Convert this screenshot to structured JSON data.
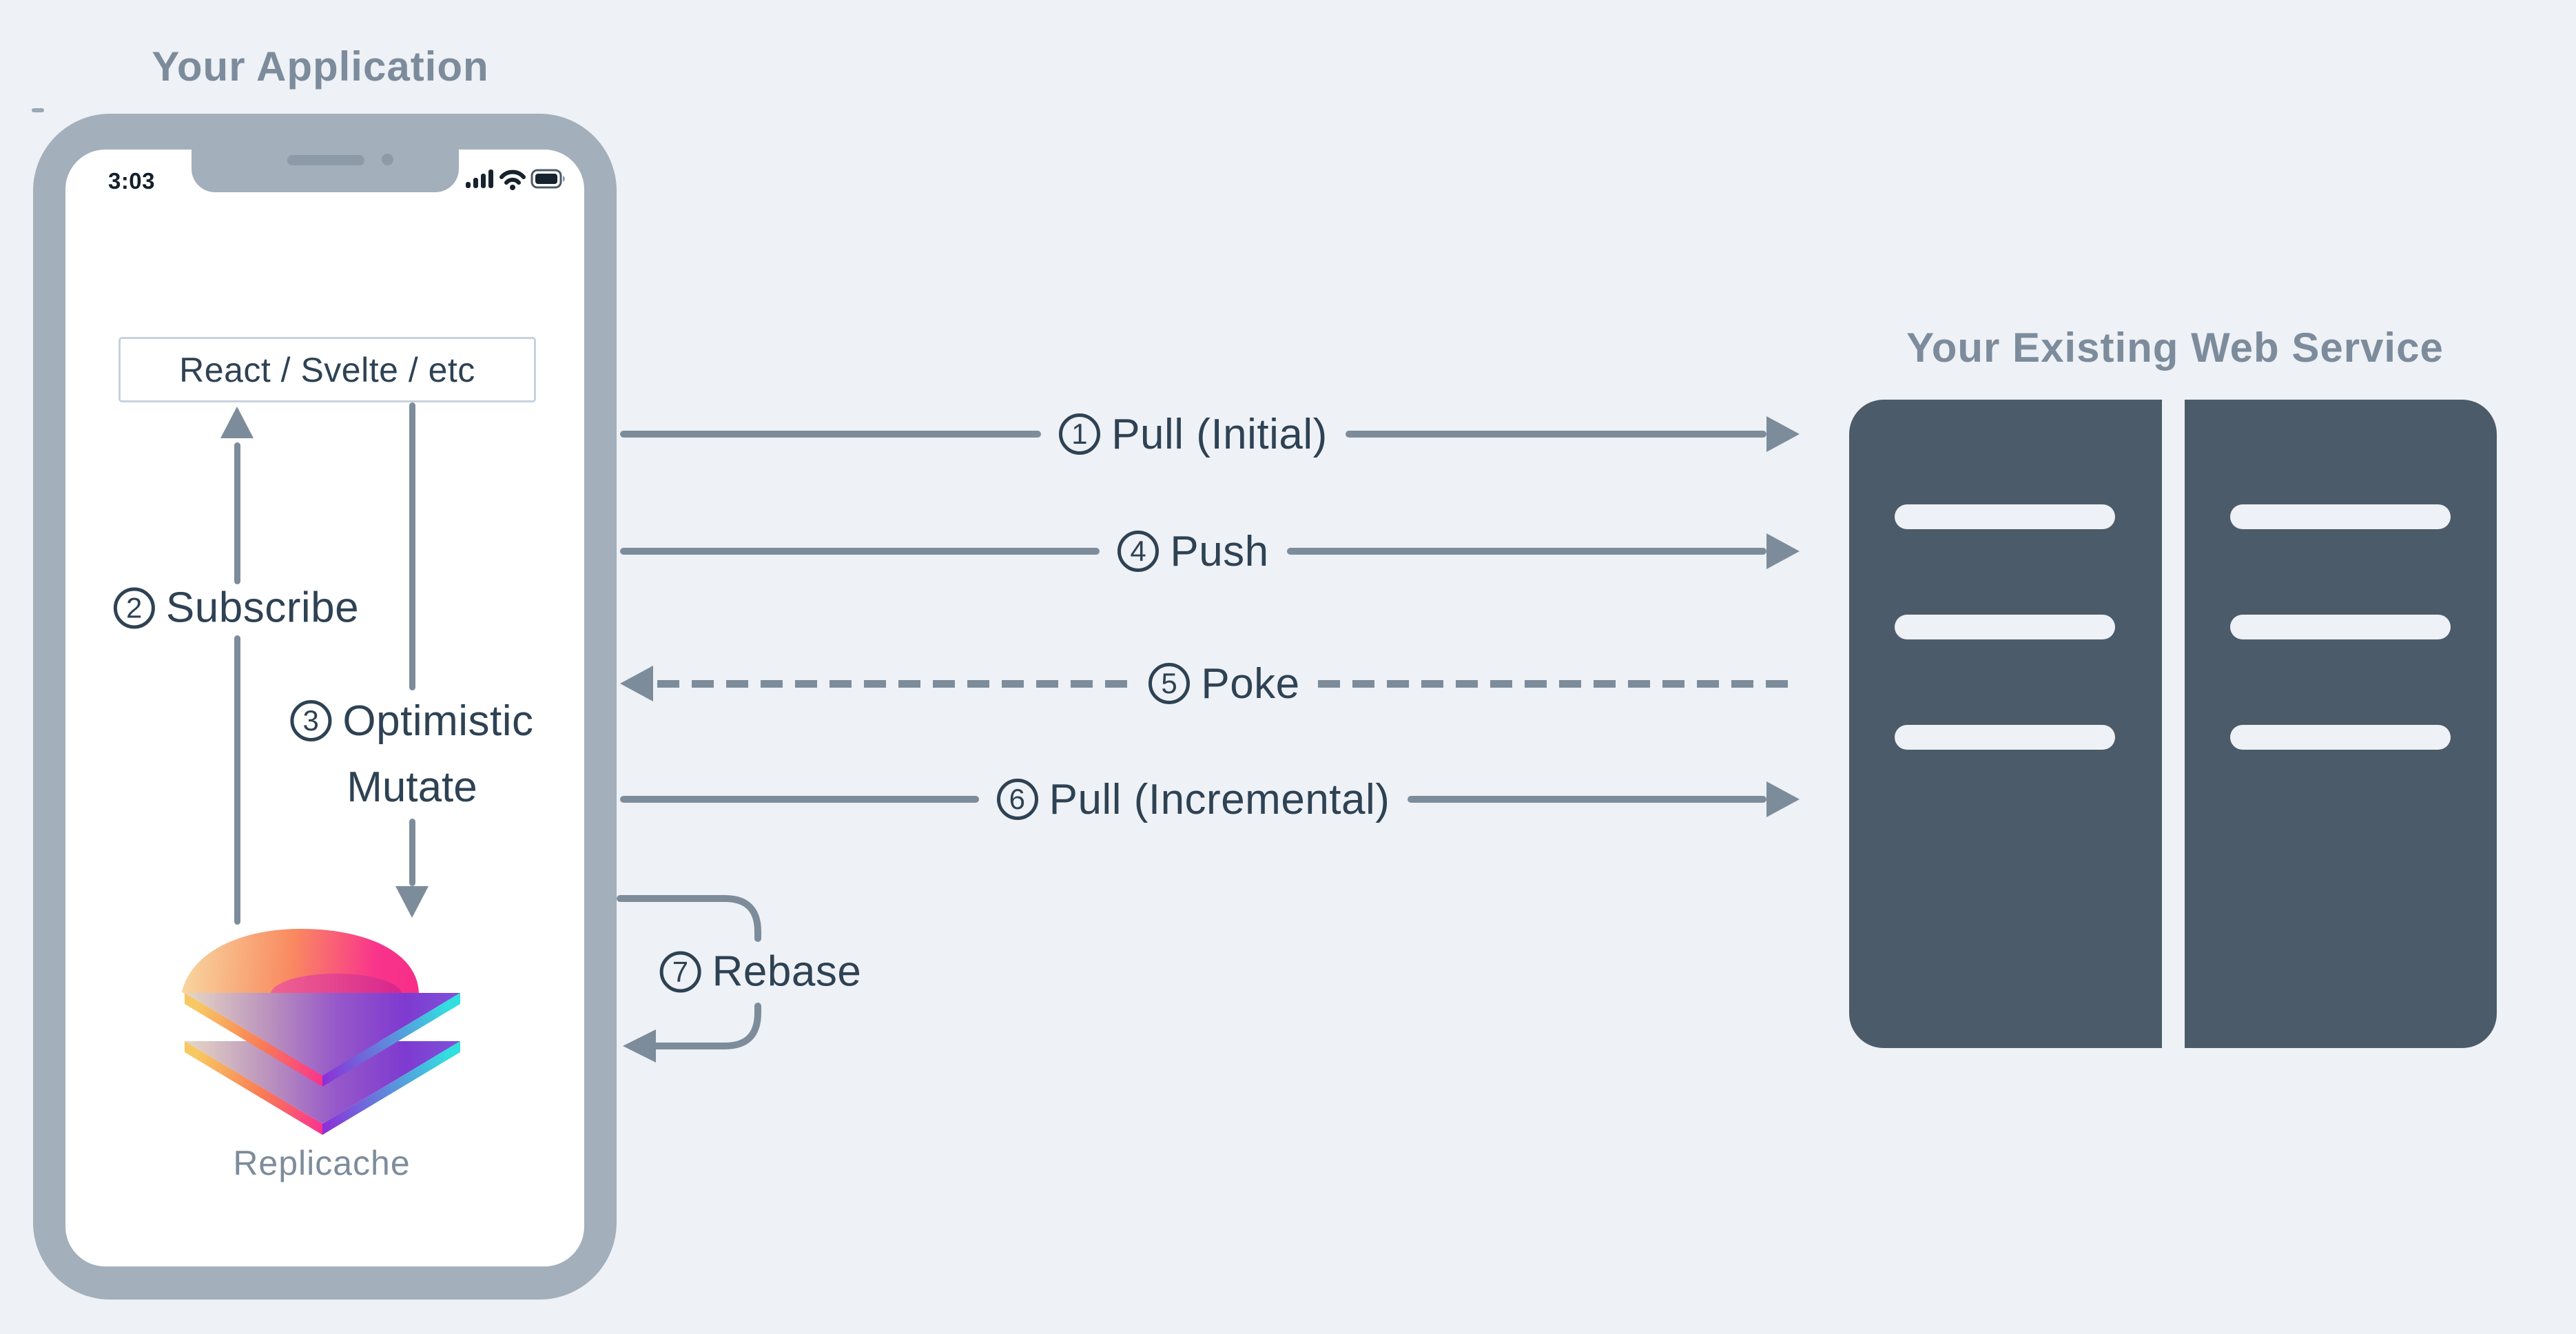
{
  "application": {
    "title": "Your Application",
    "phone": {
      "time": "3:03",
      "status_icons": [
        "cellular-signal",
        "wifi",
        "battery"
      ]
    },
    "ui_box": {
      "label": "React / Svelte / etc"
    },
    "flows": [
      {
        "num": "2",
        "label": "Subscribe"
      },
      {
        "num": "3",
        "label": "Optimistic",
        "label2": "Mutate"
      }
    ],
    "logo_label": "Replicache"
  },
  "service": {
    "title": "Your Existing Web Service",
    "racks": 2,
    "slots_per_rack": 3
  },
  "arrows": [
    {
      "num": "1",
      "label": "Pull (Initial)",
      "style": "solid",
      "direction": "right"
    },
    {
      "num": "4",
      "label": "Push",
      "style": "solid",
      "direction": "right"
    },
    {
      "num": "5",
      "label": "Poke",
      "style": "dashed",
      "direction": "left"
    },
    {
      "num": "6",
      "label": "Pull (Incremental)",
      "style": "solid",
      "direction": "right"
    },
    {
      "num": "7",
      "label": "Rebase",
      "style": "loop",
      "direction": "left"
    }
  ],
  "colors": {
    "background": "#eef1f5",
    "phone_frame": "#a3afbb",
    "ink": "#2e4254",
    "muted": "#7d8c9c",
    "arrow": "#7d8c9b",
    "rack": "#4c5b69",
    "logo_pink": "#f9348c",
    "logo_purple": "#7e3ad0",
    "logo_cyan": "#32dfdf",
    "logo_orange": "#f8c863"
  }
}
